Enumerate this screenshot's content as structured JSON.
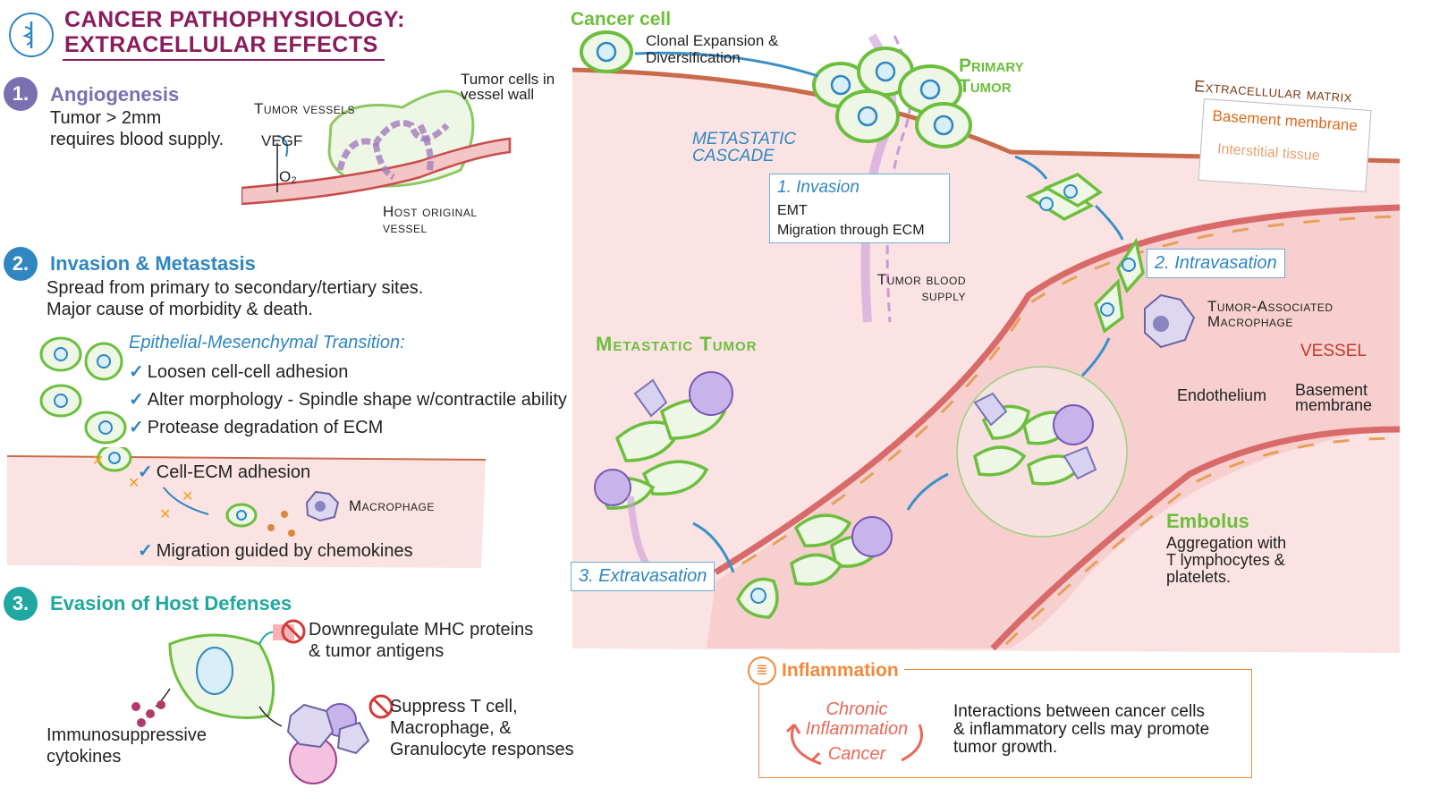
{
  "header": {
    "title_line1": "CANCER PATHOPHYSIOLOGY:",
    "title_line2": "EXTRACELLULAR EFFECTS"
  },
  "sections": {
    "angiogenesis": {
      "number": "1.",
      "title": "Angiogenesis",
      "text_line1": "Tumor > 2mm",
      "text_line2": "requires blood supply.",
      "labels": {
        "tumor_vessels": "Tumor vessels",
        "tumor_cells_wall": "Tumor cells in vessel wall",
        "vegf": "VEGF",
        "o2": "O₂",
        "host_vessel_line1": "Host original",
        "host_vessel_line2": "vessel"
      }
    },
    "invasion": {
      "number": "2.",
      "title": "Invasion & Metastasis",
      "text_line1": "Spread from primary to secondary/tertiary sites.",
      "text_line2": "Major cause of morbidity & death.",
      "emt_title": "Epithelial-Mesenchymal Transition:",
      "emt_items": [
        "Loosen cell-cell adhesion",
        "Alter morphology - Spindle shape w/contractile ability",
        "Protease degradation of ECM"
      ],
      "ecm_items": [
        "Cell-ECM adhesion",
        "Migration guided by chemokines"
      ],
      "macrophage_label": "Macrophage"
    },
    "evasion": {
      "number": "3.",
      "title": "Evasion of Host Defenses",
      "item1_line1": "Downregulate MHC proteins",
      "item1_line2": "& tumor antigens",
      "item2_line1": "Suppress T cell,",
      "item2_line2": "Macrophage, &",
      "item2_line3": "Granulocyte responses",
      "cytokines_line1": "Immunosuppressive",
      "cytokines_line2": "cytokines"
    }
  },
  "cascade": {
    "cancer_cell": "Cancer cell",
    "clonal_line1": "Clonal Expansion &",
    "clonal_line2": "Diversification",
    "primary_tumor_line1": "Primary",
    "primary_tumor_line2": "Tumor",
    "ecm_title": "Extracellular matrix",
    "basement_membrane": "Basement membrane",
    "interstitial_tissue": "Interstitial tissue",
    "metastatic_cascade_line1": "METASTATIC",
    "metastatic_cascade_line2": "CASCADE",
    "step1": {
      "title": "1. Invasion",
      "line1": "EMT",
      "line2": "Migration through ECM"
    },
    "tumor_blood_line1": "Tumor blood",
    "tumor_blood_line2": "supply",
    "step2": "2. Intravasation",
    "tam_line1": "Tumor-Associated",
    "tam_line2": "Macrophage",
    "vessel": "VESSEL",
    "endothelium": "Endothelium",
    "bm_line1": "Basement",
    "bm_line2": "membrane",
    "metastatic_tumor": "Metastatic Tumor",
    "embolus_title": "Embolus",
    "embolus_line1": "Aggregation with",
    "embolus_line2": "T lymphocytes &",
    "embolus_line3": "platelets.",
    "step3": "3. Extravasation"
  },
  "inflammation": {
    "title": "Inflammation",
    "cycle_line1": "Chronic",
    "cycle_line2": "Inflammation",
    "cycle_line3": "Cancer",
    "text_line1": "Interactions between cancer cells",
    "text_line2": "& inflammatory cells may promote",
    "text_line3": "tumor growth."
  },
  "colors": {
    "title": "#8a1c5c",
    "angiogenesis": "#7b6fb0",
    "invasion": "#2f86c1",
    "evasion": "#1fa7a0",
    "cell_green": "#6cbf3d",
    "tissue_pink": "#fbe3e3",
    "vessel_red": "#d96a6a",
    "inflammation": "#f08a3c"
  }
}
